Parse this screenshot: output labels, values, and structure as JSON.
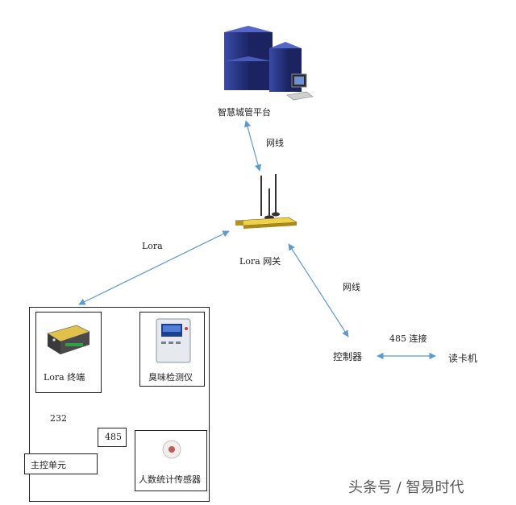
{
  "nodes": {
    "server": {
      "label": "智慧城管平台"
    },
    "gateway": {
      "label": "Lora 网关"
    },
    "controller": {
      "label": "控制器"
    },
    "card_reader": {
      "label": "读卡机"
    },
    "lora_terminal": {
      "label": "Lora 终端"
    },
    "odor_detector": {
      "label": "臭味检测仪"
    },
    "main_control": {
      "label": "主控单元"
    },
    "people_counter": {
      "label": "人数统计传感器"
    }
  },
  "edges": {
    "server_gateway": {
      "label": "网线"
    },
    "gateway_terminal_group": {
      "label": "Lora"
    },
    "gateway_controller": {
      "label": "网线"
    },
    "controller_reader": {
      "label": "485 连接"
    },
    "terminal_main": {
      "label": "232"
    },
    "detector_main": {
      "label": "485"
    }
  },
  "watermark": "头条号 / 智易时代",
  "colors": {
    "arrow": "#5a9bd4",
    "server_blue": "#2b3a8c",
    "device_yellow": "#e8c23a"
  }
}
